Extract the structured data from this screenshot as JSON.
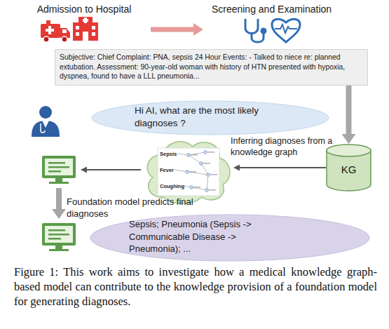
{
  "diagram": {
    "caption": "Figure 1: This work aims to investigate how a medical knowledge graph-based model can contribute to the knowledge provision of a foundation model for generating diagnoses.",
    "nodes": [
      {
        "text": [
          "Admission to Hospital"
        ]
      },
      {
        "text": [
          "Screening and Examination"
        ]
      },
      {
        "text": [
          "Subjective: Chief Complaint: PNA, sepsis 24 Hour Events: - Talked to niece re: planned extubation. Assessment: 90-year-old woman with history of HTN presented with hypoxia, dyspnea, found to have a LLL pneumonia..."
        ]
      },
      {
        "text": [
          "Hi AI, what are the most likely diagnoses ?"
        ]
      },
      {
        "text": [
          "KG"
        ]
      },
      {
        "text": [
          "Sepsis",
          "Fever",
          "Coughing"
        ]
      },
      {
        "text": [
          "Sepsis; Pneumonia (Sepsis -> Communicable Disease -> Pneumonia); ..."
        ]
      }
    ],
    "edges": [
      {
        "from": 0,
        "to": 1,
        "arrow": "to"
      },
      {
        "from": 2,
        "to": 4,
        "arrow": "to"
      },
      {
        "from": 4,
        "to": 5,
        "label": "Inferring diagnoses from a knowledge graph",
        "arrow": "to"
      }
    ],
    "labels": [
      "Foundation model predicts final diagnoses"
    ]
  }
}
